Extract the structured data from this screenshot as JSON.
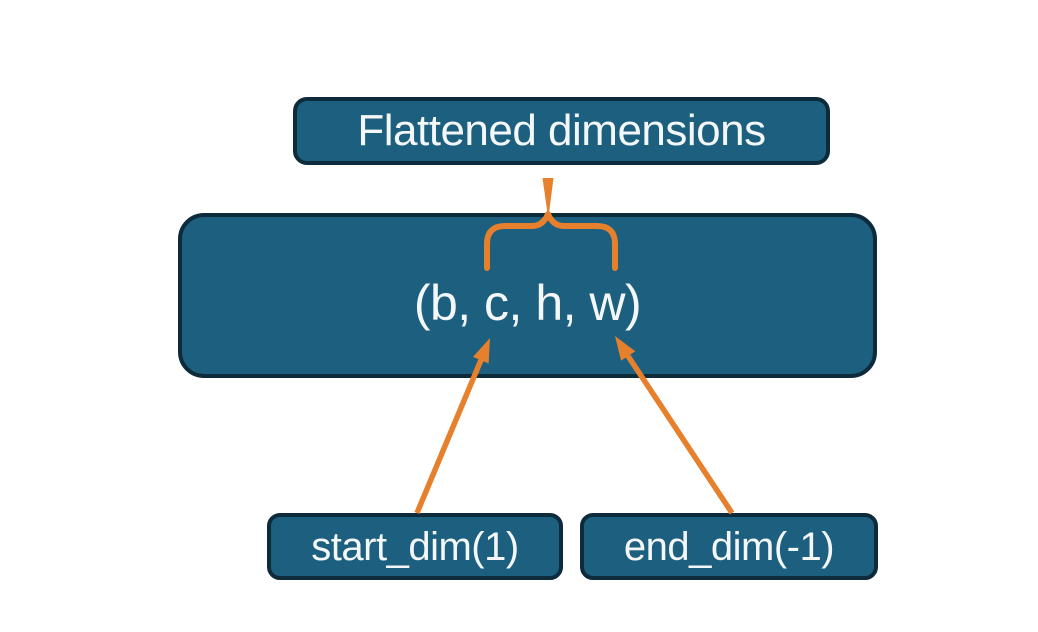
{
  "diagram": {
    "title_node": {
      "label": "Flattened dimensions"
    },
    "tensor_node": {
      "label": "(b, c, h, w)"
    },
    "start_dim_node": {
      "label": "start_dim(1)"
    },
    "end_dim_node": {
      "label": "end_dim(-1)"
    }
  },
  "icons": {
    "brace": "curly-brace-spanning-c-h-w",
    "arrows": [
      "arrow-from-start-dim-to-c",
      "arrow-from-end-dim-to-w"
    ]
  },
  "colors": {
    "box_fill": "#1c5f7e",
    "box_border": "#0e2b3b",
    "accent_orange": "#e7802d",
    "text_color": "#f4f7f8",
    "background": "#ffffff"
  }
}
